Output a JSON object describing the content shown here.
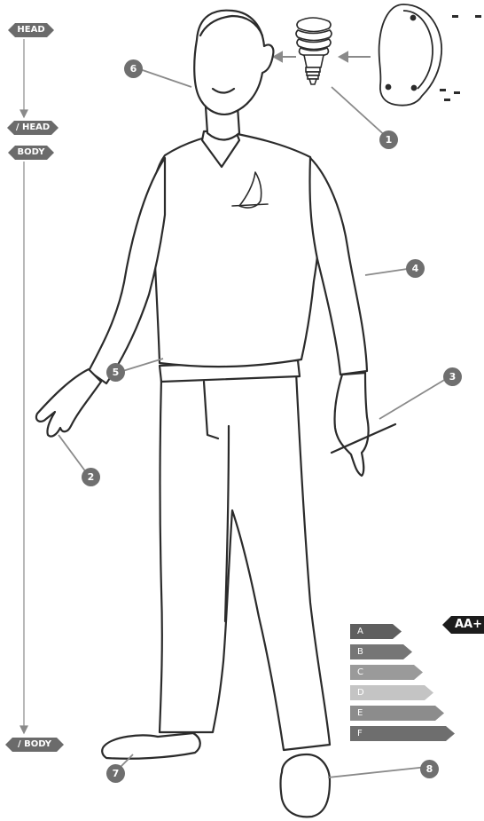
{
  "labels": {
    "head": "HEAD",
    "head_end": "/ HEAD",
    "body": "BODY",
    "body_end": "/ BODY"
  },
  "callouts": [
    "1",
    "2",
    "3",
    "4",
    "5",
    "6",
    "7",
    "8"
  ],
  "energy_ratings": [
    {
      "label": "A",
      "color": "#5f5f5f"
    },
    {
      "label": "B",
      "color": "#767676"
    },
    {
      "label": "C",
      "color": "#9a9a9a"
    },
    {
      "label": "D",
      "color": "#c4c4c4"
    },
    {
      "label": "E",
      "color": "#8c8c8c"
    },
    {
      "label": "F",
      "color": "#6e6e6e"
    }
  ],
  "energy_badge": "AA+",
  "colors": {
    "line": "#2b2b2b",
    "tag": "#6b6b6b",
    "badge": "#6f6f6f"
  }
}
